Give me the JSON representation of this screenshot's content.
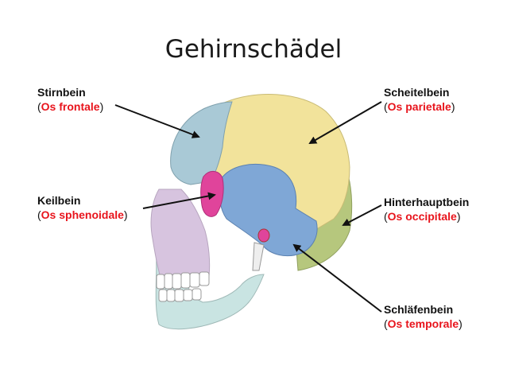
{
  "title": "Gehirnschädel",
  "colors": {
    "frontal": "#a9c9d6",
    "parietal": "#f2e39b",
    "sphenoid": "#e0449b",
    "temporal": "#7fa7d6",
    "occipital": "#b6c77d",
    "face": "#d7c4df",
    "mandible": "#c9e4e2",
    "latin_red": "#e8141c"
  },
  "labels": {
    "frontal": {
      "german": "Stirnbein",
      "latin": "Os frontale"
    },
    "parietal": {
      "german": "Scheitelbein",
      "latin": "Os parietale"
    },
    "sphenoid": {
      "german": "Keilbein",
      "latin": "Os sphenoidale"
    },
    "occipital": {
      "german": "Hinterhauptbein",
      "latin": "Os occipitale"
    },
    "temporal": {
      "german": "Schläfenbein",
      "latin": "Os temporale"
    }
  }
}
